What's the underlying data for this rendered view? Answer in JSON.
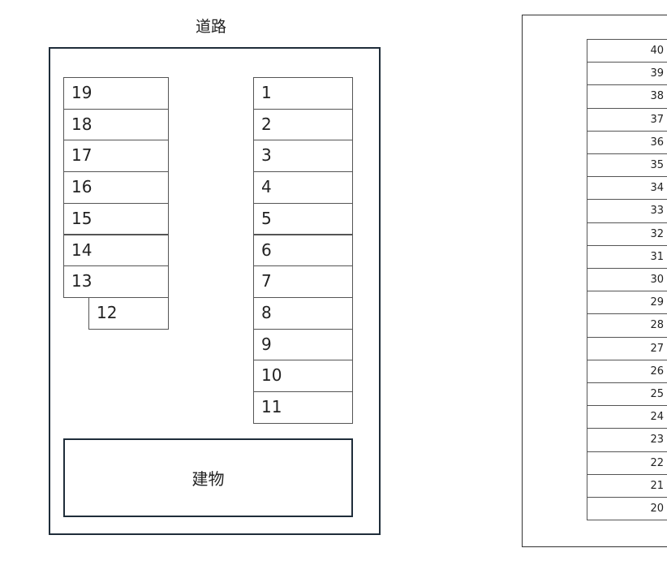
{
  "road_label": "道路",
  "building_label": "建物",
  "lot_a": {
    "left_column": [
      "19",
      "18",
      "17",
      "16",
      "15",
      "14",
      "13"
    ],
    "offset_space": "12",
    "right_column": [
      "1",
      "2",
      "3",
      "4",
      "5",
      "6",
      "7",
      "8",
      "9",
      "10",
      "11"
    ]
  },
  "lot_b": {
    "column": [
      "40",
      "39",
      "38",
      "37",
      "36",
      "35",
      "34",
      "33",
      "32",
      "31",
      "30",
      "29",
      "28",
      "27",
      "26",
      "25",
      "24",
      "23",
      "22",
      "21",
      "20"
    ]
  },
  "colors": {
    "frame": "#1f2d3a",
    "cell_border": "#555555"
  }
}
